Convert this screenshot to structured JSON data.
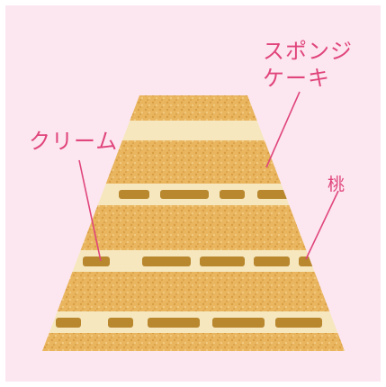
{
  "diagram": {
    "labels": {
      "sponge_line1": "スポンジ",
      "sponge_line2": "ケーキ",
      "cream": "クリーム",
      "peach": "桃"
    },
    "colors": {
      "background": "#fce7f0",
      "label": "#e0457b",
      "sponge": "#e9b55f",
      "sponge_light": "#f2cc86",
      "cream": "#f6e7bf",
      "peach": "#b8872e"
    },
    "layers": [
      "sponge",
      "cream",
      "sponge",
      "cream-peach",
      "sponge",
      "cream-peach",
      "sponge",
      "cream-peach",
      "sponge"
    ]
  }
}
